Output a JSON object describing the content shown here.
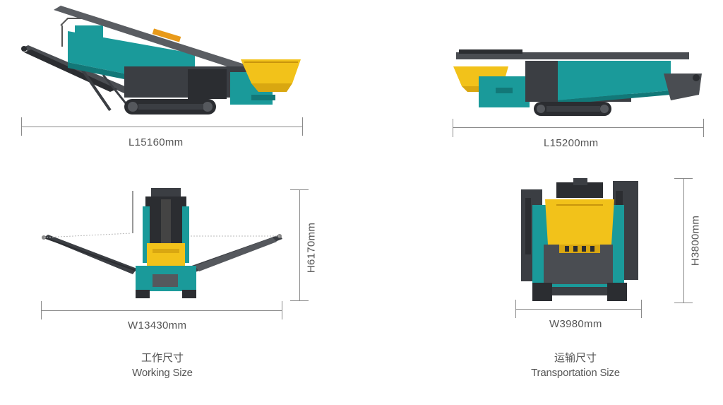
{
  "panels": {
    "working_side": {
      "dimension": "L15160mm"
    },
    "transport_side": {
      "dimension": "L15200mm"
    },
    "working_front": {
      "width": "W13430mm",
      "height": "H6170mm"
    },
    "transport_front": {
      "width": "W3980mm",
      "height": "H3800mm"
    }
  },
  "captions": {
    "working": {
      "zh": "工作尺寸",
      "en": "Working Size"
    },
    "transport": {
      "zh": "运输尺寸",
      "en": "Transportation Size"
    }
  },
  "colors": {
    "teal": "#1a9a9a",
    "yellow": "#f2c21a",
    "grey": "#4a4d52",
    "dark": "#2b2d31",
    "dimension_line": "#8a8a8a"
  }
}
